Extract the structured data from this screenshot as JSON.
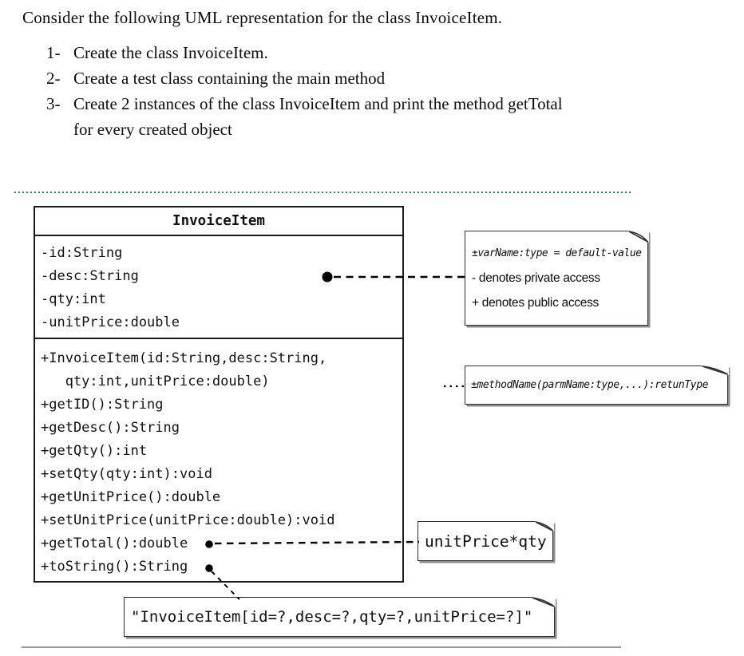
{
  "intro": "Consider the following UML representation for the class InvoiceItem.",
  "tasks": [
    {
      "num": "1-",
      "text": "Create the class InvoiceItem."
    },
    {
      "num": "2-",
      "text": "Create a test class containing the main method"
    },
    {
      "num": "3-",
      "text": "Create 2 instances of the class InvoiceItem and print the method getTotal",
      "text2": "for every created object"
    }
  ],
  "uml_class": {
    "title": "InvoiceItem",
    "attributes": [
      "-id:String",
      "-desc:String",
      "-qty:int",
      "-unitPrice:double"
    ],
    "methods": [
      "+InvoiceItem(id:String,desc:String,",
      "   qty:int,unitPrice:double)",
      "+getID():String",
      "+getDesc():String",
      "+getQty():int",
      "+setQty(qty:int):void",
      "+getUnitPrice():double",
      "+setUnitPrice(unitPrice:double):void",
      "+getTotal():double",
      "+toString():String"
    ]
  },
  "notes": {
    "legend_var": {
      "line1": "±varName:type = default-value",
      "line2": "- denotes private access",
      "line3": "+ denotes public access"
    },
    "legend_method": "±methodName(parmName:type,...):retunType",
    "get_total": "unitPrice*qty",
    "to_string": "\"InvoiceItem[id=?,desc=?,qty=?,unitPrice=?]\""
  },
  "colors": {
    "dotted_rule": "#15837a",
    "note_border": "#2f2f2f",
    "shadow": "#8d8d8d",
    "ink": "#111111",
    "bottom_rule": "#9a9a9a"
  }
}
